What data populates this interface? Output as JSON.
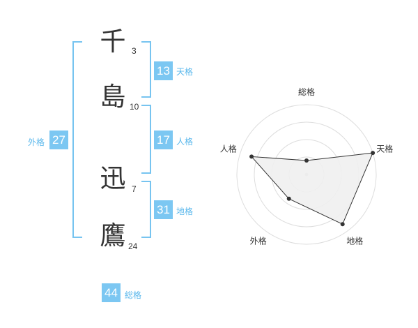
{
  "name": {
    "chars": [
      {
        "char": "千",
        "strokes": "3"
      },
      {
        "char": "島",
        "strokes": "10"
      },
      {
        "char": "迅",
        "strokes": "7"
      },
      {
        "char": "鷹",
        "strokes": "24"
      }
    ]
  },
  "badges": {
    "tenkaku": {
      "value": "13",
      "label": "天格"
    },
    "jinkaku": {
      "value": "17",
      "label": "人格"
    },
    "chikaku": {
      "value": "31",
      "label": "地格"
    },
    "gaikaku": {
      "value": "27",
      "label": "外格"
    },
    "soukaku": {
      "value": "44",
      "label": "総格"
    }
  },
  "colors": {
    "accent": "#77c4f0",
    "badge_bg": "#7cc7f2",
    "label": "#5bb8ec",
    "radar_fill": "#f0f0f0",
    "radar_stroke": "#333333",
    "grid": "#dddddd"
  },
  "chart_data": {
    "type": "radar",
    "axes": [
      "総格",
      "天格",
      "地格",
      "外格",
      "人格"
    ],
    "values": [
      0.2,
      1.0,
      0.88,
      0.43,
      0.83
    ],
    "rmax": 1.0,
    "rings": 4
  }
}
